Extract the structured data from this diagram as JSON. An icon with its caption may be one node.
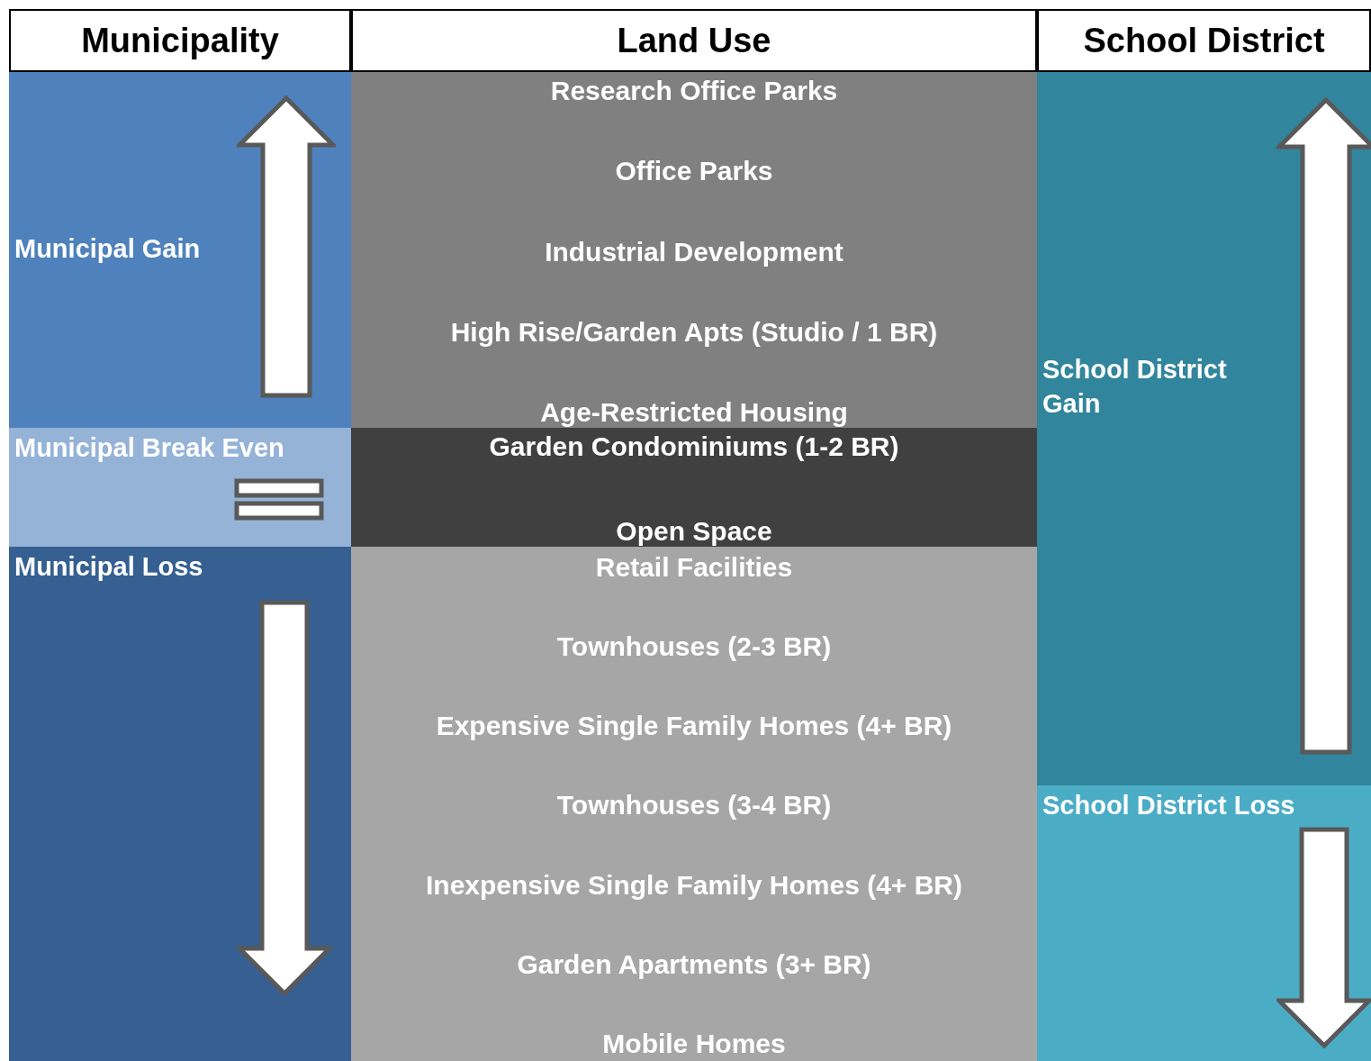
{
  "diagram": {
    "nodes": [
      {
        "text": [
          "Municipality"
        ]
      },
      {
        "text": [
          "Land Use"
        ]
      },
      {
        "text": [
          "School District"
        ]
      },
      {
        "text": [
          "Municipal Gain"
        ]
      },
      {
        "text": [
          "Municipal Break Even"
        ]
      },
      {
        "text": [
          "Municipal Loss"
        ]
      },
      {
        "text": [
          "Research Office Parks",
          "Office Parks",
          "Industrial Development",
          "High Rise/Garden Apts (Studio / 1 BR)",
          "Age-Restricted Housing"
        ]
      },
      {
        "text": [
          "Garden Condominiums (1-2 BR)",
          "Open Space"
        ]
      },
      {
        "text": [
          "Retail Facilities",
          "Townhouses (2-3 BR)",
          "Expensive Single Family Homes (4+ BR)",
          "Townhouses (3-4 BR)",
          "Inexpensive Single Family Homes (4+ BR)",
          "Garden Apartments (3+ BR)",
          "Mobile Homes"
        ]
      },
      {
        "text": [
          "School District Gain"
        ]
      },
      {
        "text": [
          "School District Loss"
        ]
      }
    ]
  }
}
